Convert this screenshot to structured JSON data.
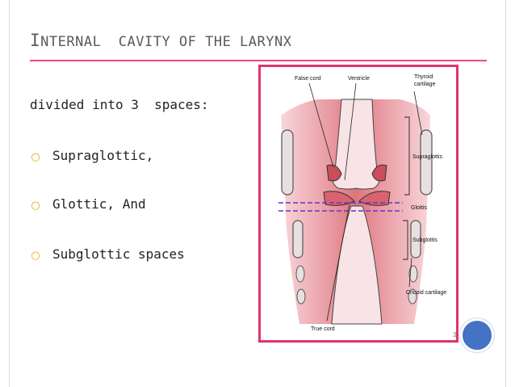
{
  "slide": {
    "title_first": "I",
    "title_rest": "NTERNAL  CAVITY OF THE LARYNX",
    "intro": "divided into 3  spaces:",
    "bullets": [
      "Supraglottic,",
      "Glottic, And",
      "Subglottic spaces"
    ],
    "bullet_icon": "hollow-circle-bullet",
    "accent_color": "#e94a84",
    "bullet_color": "#e0a800"
  },
  "figure": {
    "labels": {
      "false_cord": "False cord",
      "ventricle": "Ventricle",
      "thyroid_1": "Thyroid",
      "thyroid_2": "cartilage",
      "supraglottis": "Supraglottis",
      "glottis": "Glottis",
      "subglottis": "Subglottis",
      "cricoid": "Cricoid cartilage",
      "true_cord": "True cord"
    },
    "number": "3",
    "frame_color": "#e0336f"
  }
}
